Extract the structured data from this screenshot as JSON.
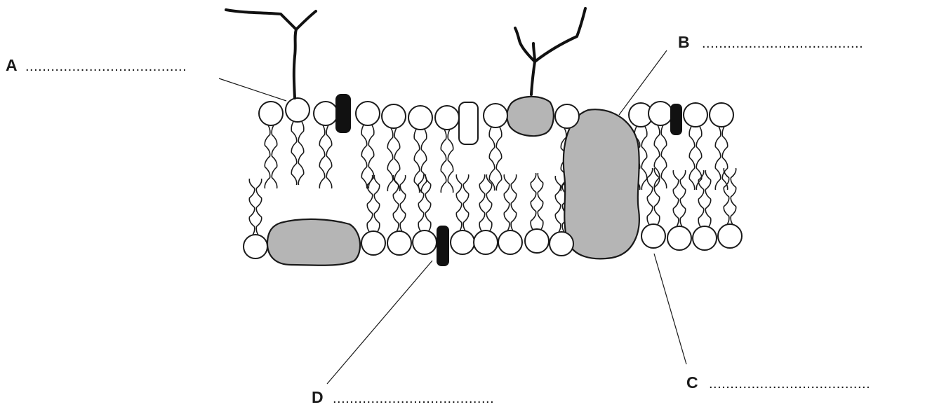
{
  "labels": [
    {
      "letter": "A",
      "blank": "......................................"
    },
    {
      "letter": "B",
      "blank": "......................................"
    },
    {
      "letter": "C",
      "blank": "......................................"
    },
    {
      "letter": "D",
      "blank": "......................................"
    }
  ],
  "colors": {
    "line": "#1a1a1a",
    "protein_fill": "#b5b5b5",
    "head_fill": "#ffffff",
    "cholesterol_fill": "#111111"
  }
}
